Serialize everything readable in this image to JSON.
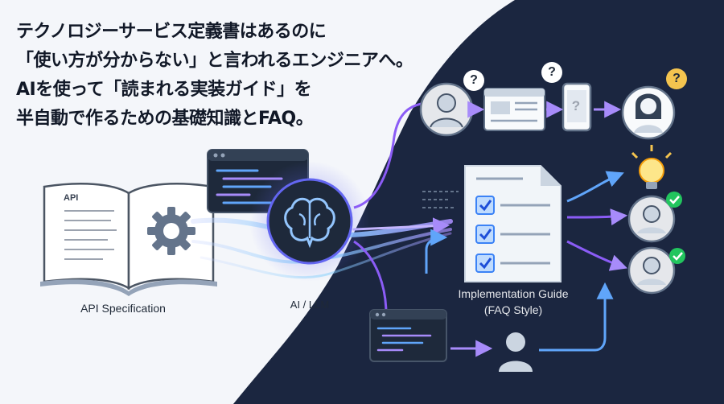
{
  "headline": {
    "lines": [
      "テクノロジーサービス定義書はあるのに",
      "「使い方が分からない」と言われるエンジニアへ。",
      "AIを使って「読まれる実装ガイド」を",
      "半自動で作るための基礎知識とFAQ。"
    ]
  },
  "diagram": {
    "book_label": "API",
    "spec_caption": "API Specification",
    "ai_caption": "AI / LLM",
    "guide_caption_line1": "Implementation Guide",
    "guide_caption_line2": "(FAQ Style)",
    "question_mark": "?",
    "icons": [
      "book-icon",
      "gear-icon",
      "code-window-icon",
      "brain-icon",
      "document-checklist-icon",
      "browser-window-icon",
      "smartphone-icon",
      "user-avatar-icon",
      "lightbulb-icon",
      "checkmark-icon"
    ],
    "colors": {
      "background_light": "#f4f6fa",
      "background_dark": "#1b2640",
      "accent_purple": "#8b5cf6",
      "accent_blue": "#60a5fa",
      "glow_cyan": "#93c5fd",
      "badge_green": "#22c55e",
      "badge_yellow": "#f4c44f"
    }
  }
}
